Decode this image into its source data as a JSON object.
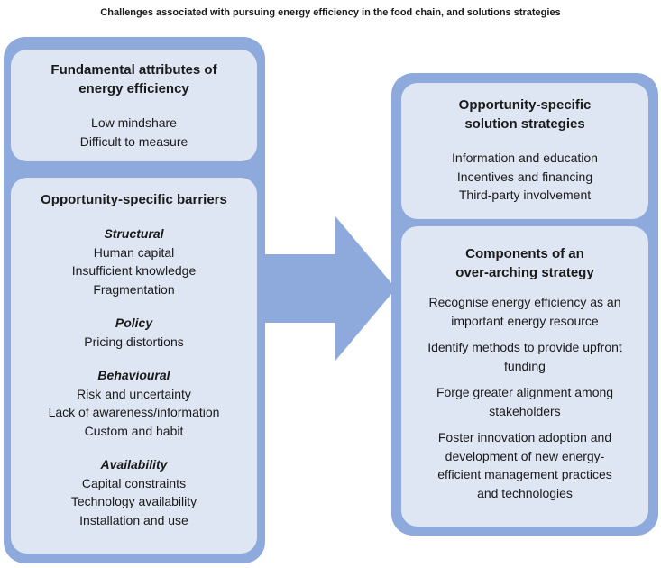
{
  "title": "Challenges associated with pursuing energy efficiency in the food chain, and solutions strategies",
  "colors": {
    "panel": "#8eaadc",
    "box": "#dfe6f3",
    "arrow": "#8eaadc"
  },
  "fundamental": {
    "heading_line1": "Fundamental attributes of",
    "heading_line2": "energy efficiency",
    "items": [
      "Low mindshare",
      "Difficult to measure"
    ]
  },
  "barriers": {
    "heading": "Opportunity-specific barriers",
    "structural": {
      "label": "Structural",
      "items": [
        "Human capital",
        "Insufficient knowledge",
        "Fragmentation"
      ]
    },
    "policy": {
      "label": "Policy",
      "items": [
        "Pricing distortions"
      ]
    },
    "behavioural": {
      "label": "Behavioural",
      "items": [
        "Risk and uncertainty",
        "Lack of awareness/information",
        "Custom and habit"
      ]
    },
    "availability": {
      "label": "Availability",
      "items": [
        "Capital constraints",
        "Technology availability",
        "Installation and use"
      ]
    }
  },
  "solutions": {
    "heading_line1": "Opportunity-specific",
    "heading_line2": "solution strategies",
    "items": [
      "Information and education",
      "Incentives and financing",
      "Third-party involvement"
    ]
  },
  "components": {
    "heading_line1": "Components of an",
    "heading_line2": "over-arching strategy",
    "items": [
      [
        "Recognise energy efficiency as an",
        "important energy resource"
      ],
      [
        "Identify methods to provide upfront",
        "funding"
      ],
      [
        "Forge greater alignment among",
        "stakeholders"
      ],
      [
        "Foster innovation adoption and",
        "development of new energy-",
        "efficient management practices",
        "and technologies"
      ]
    ]
  }
}
